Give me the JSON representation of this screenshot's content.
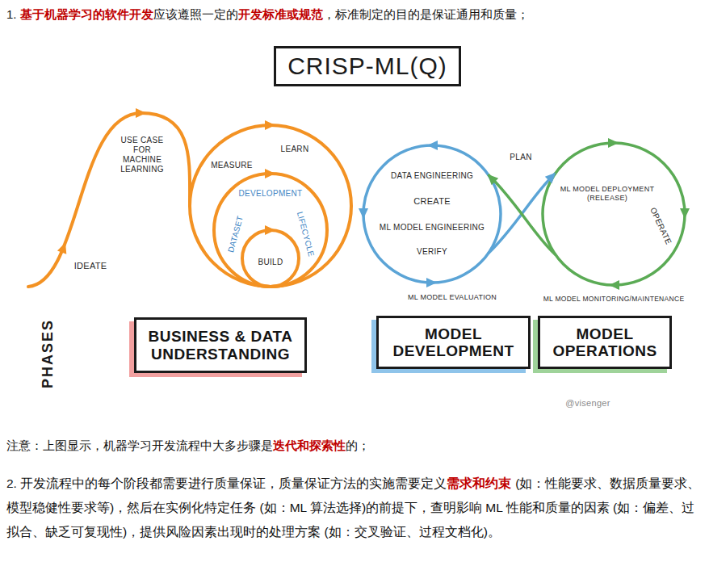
{
  "diagram": {
    "title": "CRISP-ML(Q)",
    "nodes": [
      {
        "text": [
          "BUSINESS & DATA UNDERSTANDING"
        ]
      },
      {
        "text": [
          "MODEL DEVELOPMENT"
        ]
      },
      {
        "text": [
          "MODEL OPERATIONS"
        ]
      }
    ],
    "labels": [
      "1.",
      "基于机器学习的软件开发",
      "应该遵照一定的",
      "开发标准或规范",
      "，标准制定的目的是保证通用和质量；",
      "IDEATE",
      "USE CASE FOR MACHINE LEARNING",
      "MEASURE",
      "LEARN",
      "DATASET",
      "DEVELOPMENT",
      "LIFECYCLE",
      "BUILD",
      "DATA ENGINEERING",
      "CREATE",
      "ML MODEL ENGINEERING",
      "VERIFY",
      "ML MODEL EVALUATION",
      "PLAN",
      "ML MODEL DEPLOYMENT (RELEASE)",
      "OPERATE",
      "ML MODEL MONITORING/MAINTENANCE",
      "PHASES",
      "@visenger",
      "注意：上图显示，机器学习开发流程中大多步骤是",
      "迭代和探索性",
      "的；",
      "2. 开发流程中的每个阶段都需要进行质量保证，质量保证方法的实施需要定义",
      "需求和约束",
      "(如：性能要求、数据质量要求、模型稳健性要求等)，然后在实例化特定任务 (如：ML 算法选择)的前提下，查明影响 ML 性能和质量的因素 (如：偏差、过拟合、缺乏可复现性)，提供风险因素出现时的处理方案 (如：交叉验证、过程文档化)。"
    ]
  }
}
